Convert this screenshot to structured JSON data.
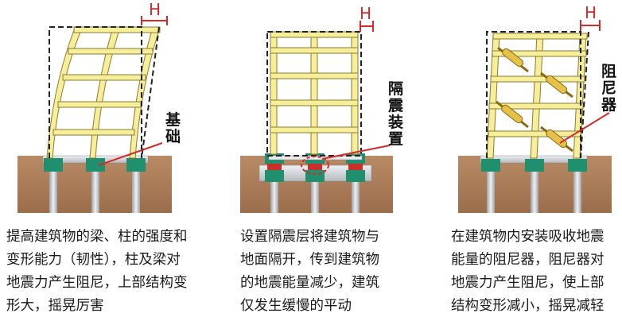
{
  "panels": [
    {
      "id": "strengthening",
      "drift_label": "H",
      "label_lines": [
        "基",
        "础"
      ],
      "caption_lines": [
        "提高建筑物的梁、柱的强度和",
        "变形能力（韧性），柱及梁对",
        "地震力产生阻尼，上部结构变",
        "形大，摇晃厉害"
      ]
    },
    {
      "id": "isolation",
      "drift_label": "H",
      "label_lines": [
        "隔",
        "震",
        "装",
        "置"
      ],
      "caption_lines": [
        "设置隔震层将建筑物与",
        "地面隔开，传到建筑物",
        "的地震能量减少，建筑",
        "仅发生缓慢的平动"
      ]
    },
    {
      "id": "damping",
      "drift_label": "H",
      "label_lines": [
        "阻",
        "尼",
        "器"
      ],
      "caption_lines": [
        "在建筑物内安装吸收地震",
        "能量的阻尼器，阻尼器对",
        "地震力产生阻尼，使上部",
        "结构变形减小，摇晃减轻"
      ]
    }
  ],
  "colors": {
    "frame_fill": "#f7ee9a",
    "frame_stroke": "#8a7a30",
    "soil": "#a97a57",
    "foundation_block": "#1f8f6e",
    "pile": "#c4c7cb",
    "isolator": "#c9302c",
    "damper": "#e5c14a",
    "leader_line": "#d42a2a",
    "drift_marker": "#d42a2a"
  }
}
